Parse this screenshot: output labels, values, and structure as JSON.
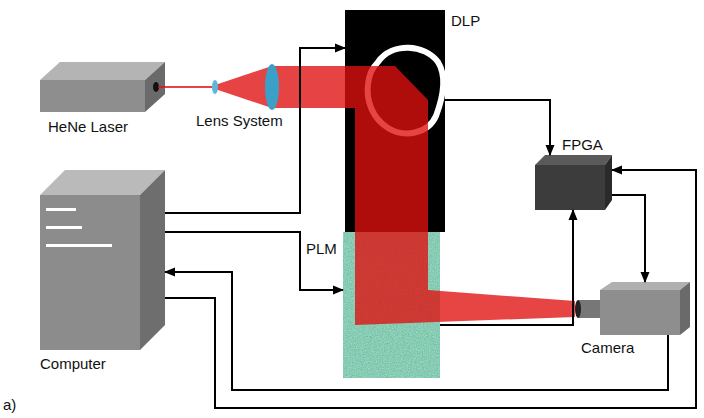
{
  "diagram": {
    "nodes": [
      {
        "text": [
          "HeNe Laser"
        ]
      },
      {
        "text": [
          "DLP"
        ]
      },
      {
        "text": [
          "FPGA"
        ]
      },
      {
        "text": [
          "Computer"
        ]
      },
      {
        "text": [
          "PLM"
        ]
      },
      {
        "text": [
          "Camera"
        ]
      }
    ],
    "edges": [
      {
        "from": 3,
        "to": 1,
        "arrow": "to"
      },
      {
        "from": 3,
        "to": 4,
        "arrow": "to"
      },
      {
        "from": 1,
        "to": 2,
        "arrow": "to"
      },
      {
        "from": 4,
        "to": 2,
        "arrow": "to"
      },
      {
        "from": 2,
        "to": 5,
        "arrow": "to"
      },
      {
        "from": 5,
        "to": 3,
        "arrow": "to"
      },
      {
        "from": 3,
        "to": 2,
        "arrow": "to"
      }
    ],
    "labels": [
      "Lens System",
      "a)"
    ]
  }
}
